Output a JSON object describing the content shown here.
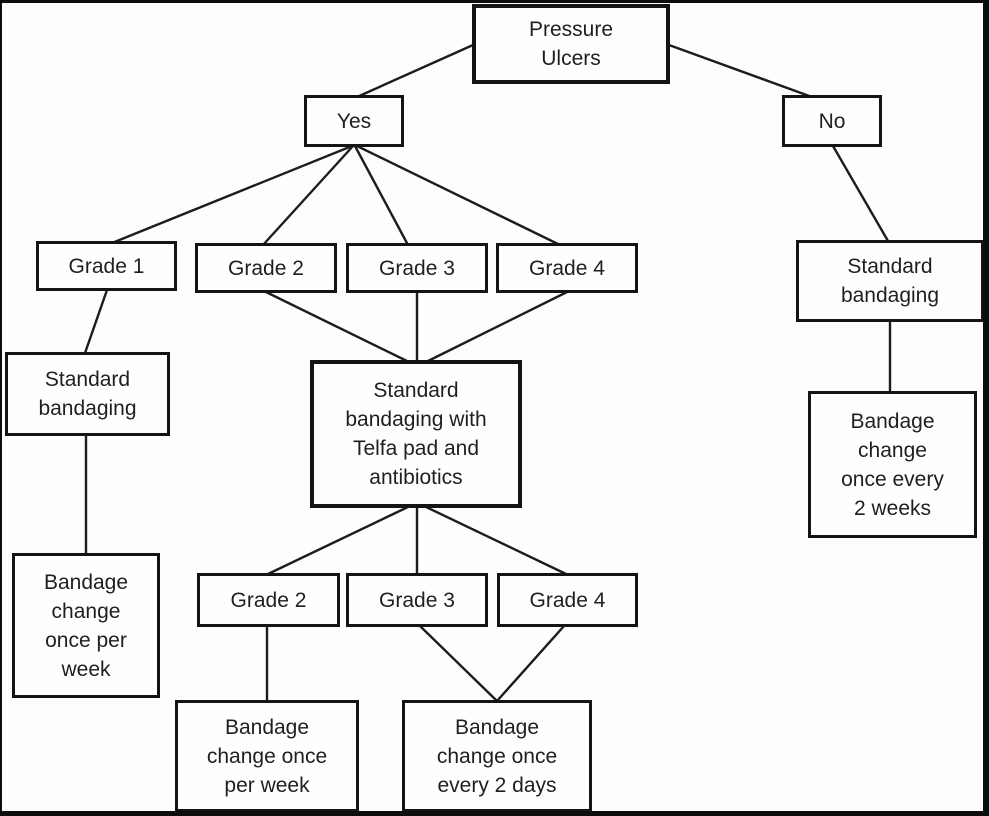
{
  "nodes": {
    "pressure_ulcers": "Pressure\nUlcers",
    "yes": "Yes",
    "no": "No",
    "grade1": "Grade 1",
    "grade2": "Grade 2",
    "grade3": "Grade 3",
    "grade4": "Grade 4",
    "standard_bandaging_left": "Standard\nbandaging",
    "standard_bandaging_telfa": "Standard\nbandaging with\nTelfa pad and\nantibiotics",
    "standard_bandaging_right": "Standard\nbandaging",
    "grade2_sub": "Grade 2",
    "grade3_sub": "Grade 3",
    "grade4_sub": "Grade 4",
    "bandage_change_once_per_week_grade1": "Bandage\nchange\nonce per\nweek",
    "bandage_change_once_per_week_grade2": "Bandage\nchange once\nper week",
    "bandage_change_once_every_2_days": "Bandage\nchange once\nevery 2 days",
    "bandage_change_once_every_2_weeks": "Bandage\nchange\nonce every\n2 weeks"
  },
  "colors": {
    "background": "#fdfdfd",
    "box_border": "#141414",
    "line": "#1c1c1c",
    "text": "#1f1f1f"
  }
}
